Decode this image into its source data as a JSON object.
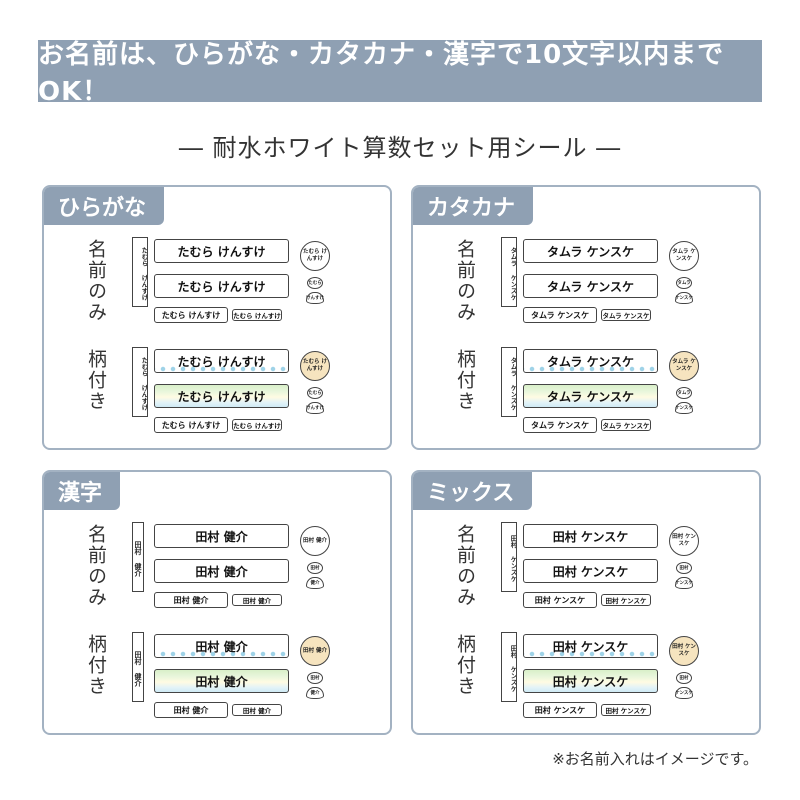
{
  "banner": "お名前は、ひらがな・カタカナ・漢字で10文字以内までOK！",
  "subtitle": "― 耐水ホワイト算数セット用シール ―",
  "section_labels": {
    "name_only": "名前のみ",
    "with_pattern": "柄付き"
  },
  "panels": [
    {
      "tag": "ひらがな",
      "full": "たむら けんすけ",
      "strip": "たむら けんすけ",
      "circle_big": "たむら けんすけ",
      "circle_small": "たむら",
      "moon": "けんすけ"
    },
    {
      "tag": "カタカナ",
      "full": "タムラ ケンスケ",
      "strip": "タムラ ケンスケ",
      "circle_big": "タムラ ケンスケ",
      "circle_small": "タムラ",
      "moon": "ケンスケ"
    },
    {
      "tag": "漢字",
      "full": "田村 健介",
      "strip": "田村 健介",
      "circle_big": "田村 健介",
      "circle_small": "田村",
      "moon": "健介"
    },
    {
      "tag": "ミックス",
      "full": "田村 ケンスケ",
      "strip": "田村 ケンスケ",
      "circle_big": "田村 ケンスケ",
      "circle_small": "田村",
      "moon": "ケンスケ"
    }
  ],
  "footnote": "※お名前入れはイメージです。",
  "colors": {
    "accent": "#8fa0b3",
    "border": "#a3b2c2",
    "dot": "#9fd3e8",
    "tan": "#f6e4bf"
  }
}
